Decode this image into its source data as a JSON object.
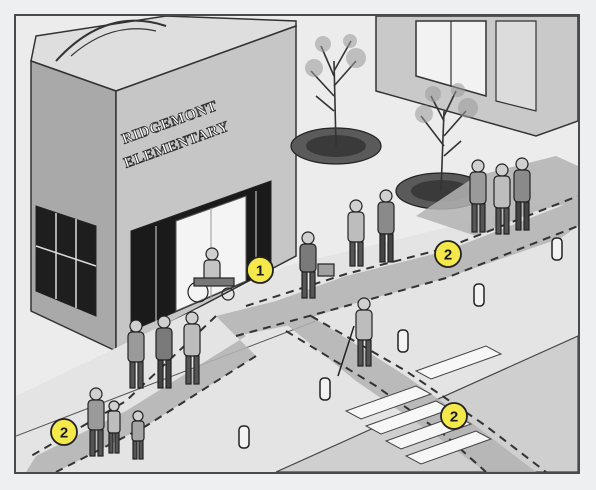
{
  "building_sign": {
    "line1": "RIDGEMONT",
    "line2": "ELEMENTARY"
  },
  "markers": [
    {
      "label": "1"
    },
    {
      "label": "2"
    },
    {
      "label": "2"
    },
    {
      "label": "2"
    }
  ],
  "colors": {
    "marker_fill": "#f4e84a",
    "path_fill": "#b5b5b5",
    "building": "#cfcfcf",
    "ground": "#e9e9e9"
  }
}
